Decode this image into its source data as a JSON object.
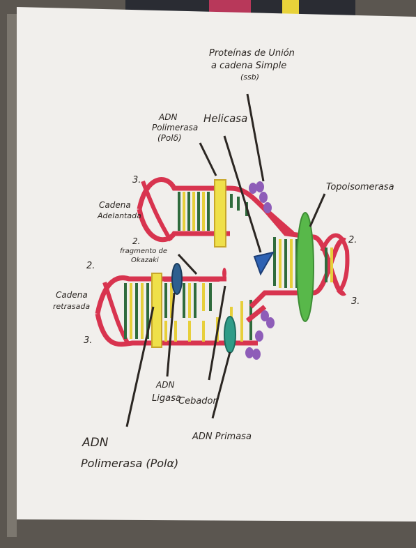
{
  "photo": {
    "paper_color": "#f1efec",
    "background_color": "#5b5650",
    "strand_color": "#d8344f",
    "rung_dark": "#2f6b3c",
    "rung_light": "#e7cf3a"
  },
  "labels": {
    "ssb": [
      "Proteínas de Unión",
      "a cadena Simple",
      "(ssb)"
    ],
    "helicasa": "Helicasa",
    "pol_delta": [
      "ADN",
      "Polimerasa",
      "(Polδ)"
    ],
    "topoisomerasa": "Topoisomerasa",
    "cadena_adelantada": [
      "Cadena",
      "Adelantada"
    ],
    "fragmento_okazaki": [
      "fragmento de",
      "Okazaki"
    ],
    "cadena_retrasada": [
      "Cadena",
      "retrasada"
    ],
    "ligasa": [
      "ADN",
      "Ligasa"
    ],
    "cebador": "Cebador",
    "primasa": "ADN Primasa",
    "pol_alpha": [
      "ADN",
      "Polimerasa (Polα)"
    ],
    "end_3_top_left": "3.",
    "end_2_top_left": "2.",
    "end_2_left": "2.",
    "end_3_left": "3.",
    "end_2_right": "2.",
    "end_3_right": "3."
  },
  "colors": {
    "helicase": "#2e62b3",
    "topoisomerase": "#58b84a",
    "pol_delta_block": "#efe04a",
    "ssb_protein": "#8e5db8",
    "primase": "#2f9c88",
    "ligase": "#2e5f8f"
  }
}
